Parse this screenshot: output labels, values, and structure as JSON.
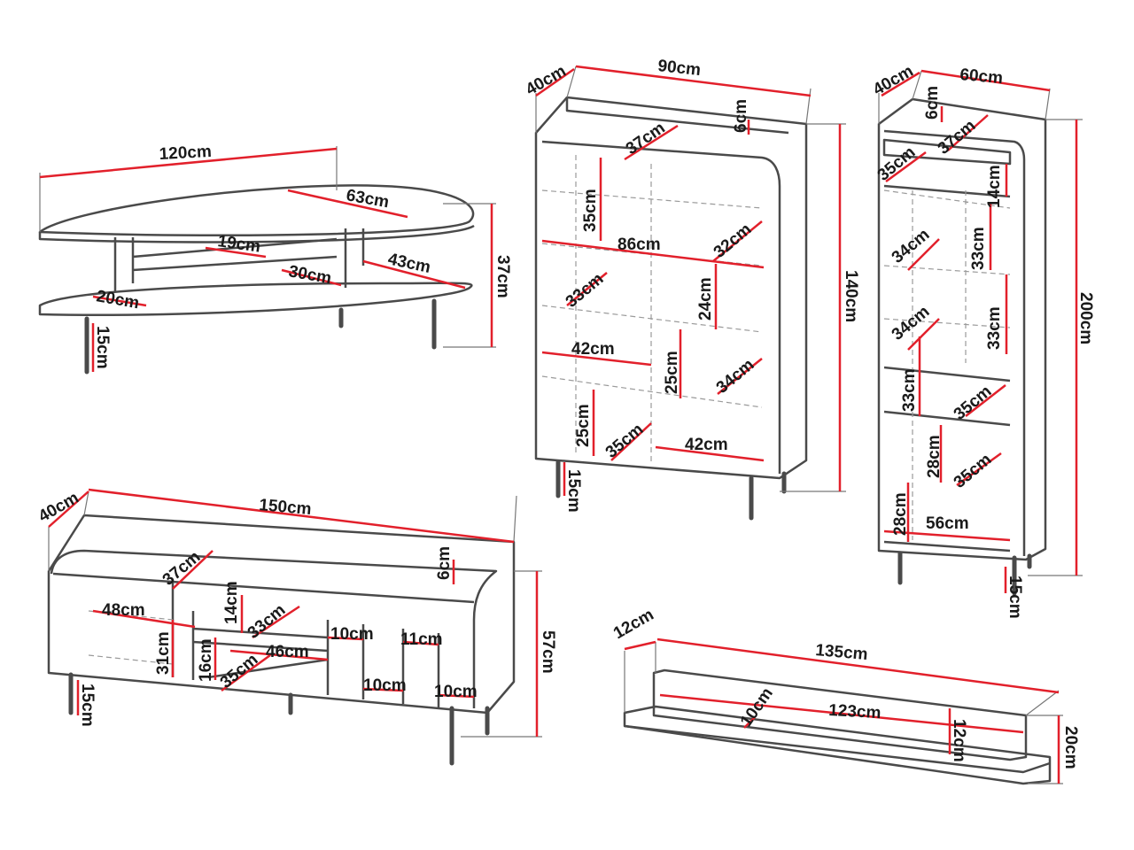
{
  "colors": {
    "dimension_line": "#e2202b",
    "outline": "#4a4a4a"
  },
  "coffee_table": {
    "dims": [
      "120cm",
      "63cm",
      "19cm",
      "30cm",
      "43cm",
      "20cm",
      "37cm",
      "15cm"
    ]
  },
  "highboard": {
    "dims": [
      "40cm",
      "90cm",
      "6cm",
      "37cm",
      "35cm",
      "86cm",
      "32cm",
      "33cm",
      "24cm",
      "42cm",
      "25cm",
      "34cm",
      "25cm",
      "35cm",
      "42cm",
      "140cm",
      "15cm"
    ]
  },
  "tall_cabinet": {
    "dims": [
      "40cm",
      "60cm",
      "6cm",
      "37cm",
      "35cm",
      "14cm",
      "34cm",
      "33cm",
      "34cm",
      "33cm",
      "33cm",
      "35cm",
      "28cm",
      "35cm",
      "28cm",
      "56cm",
      "200cm",
      "15cm"
    ]
  },
  "sideboard": {
    "dims": [
      "40cm",
      "150cm",
      "6cm",
      "37cm",
      "48cm",
      "14cm",
      "33cm",
      "10cm",
      "11cm",
      "31cm",
      "16cm",
      "35cm",
      "46cm",
      "10cm",
      "10cm",
      "57cm",
      "15cm"
    ]
  },
  "wall_shelf": {
    "dims": [
      "12cm",
      "135cm",
      "123cm",
      "10cm",
      "12cm",
      "20cm"
    ]
  }
}
